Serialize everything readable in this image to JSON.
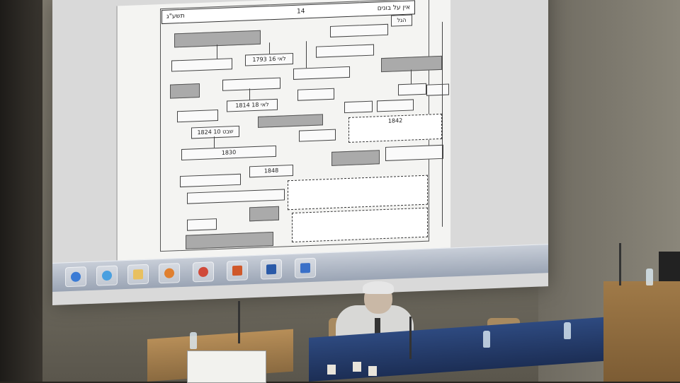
{
  "scene": {
    "description_colors": {
      "screen": "#d9d9d9",
      "table": "#2e4a80",
      "podium": "#b78e58"
    }
  },
  "slide": {
    "header": {
      "left": "אין על בונים",
      "number": "14",
      "right": "תשע\"ג"
    },
    "boxes": [
      {
        "id": "b1",
        "text": "",
        "style": "gray"
      },
      {
        "id": "b2",
        "text": "הגל",
        "style": "plain"
      },
      {
        "id": "b3",
        "text": "1793 16 לאי",
        "style": "plain"
      },
      {
        "id": "b4",
        "text": "1814 18 לאי",
        "style": "plain"
      },
      {
        "id": "b5",
        "text": "1824 10 שבט",
        "style": "plain"
      },
      {
        "id": "b6",
        "text": "1830",
        "style": "plain"
      },
      {
        "id": "b7",
        "text": "1848",
        "style": "plain"
      },
      {
        "id": "b8",
        "text": "1842",
        "style": "dashed"
      },
      {
        "id": "b9",
        "text": "",
        "style": "gray"
      },
      {
        "id": "b10",
        "text": "",
        "style": "gray"
      },
      {
        "id": "b11",
        "text": "",
        "style": "gray"
      },
      {
        "id": "b12",
        "text": "",
        "style": "gray"
      }
    ]
  },
  "taskbar": {
    "icons": [
      "start-icon",
      "ie-icon",
      "folder-icon",
      "media-icon",
      "chrome-icon",
      "powerpoint-icon",
      "word-icon",
      "app-icon"
    ]
  }
}
